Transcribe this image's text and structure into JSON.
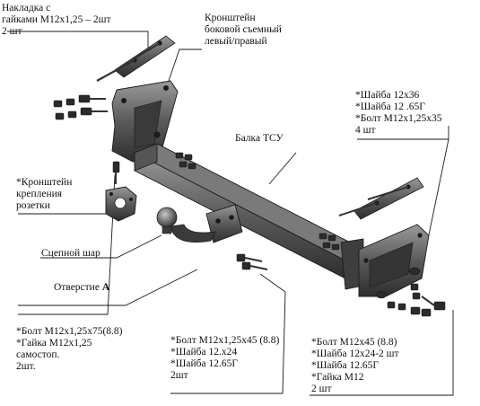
{
  "colors": {
    "metal": "#4a4a4a",
    "metal_light": "#8a8a8a",
    "metal_dark": "#262626",
    "line": "#1a1a1a"
  },
  "labels": {
    "overlay_plates": {
      "line1": "Накладка с",
      "line2": "гайками М12х1,25 – 2шт",
      "line3": "2 шт"
    },
    "side_bracket": {
      "line1": "Кронштейн",
      "line2": "боковой съемный",
      "line3": "левый/правый"
    },
    "washers_top_right": {
      "line1": "*Шайба 12х36",
      "line2": "*Шайба 12 .65Г",
      "line3": "*Болт М12х1,25х35",
      "line4": "4 шт"
    },
    "beam": {
      "text": "Балка ТСУ"
    },
    "socket_bracket": {
      "line1": "*Кронштейн",
      "line2": "крепления",
      "line3": "розетки"
    },
    "tow_ball": {
      "text": "Сцепной шар"
    },
    "hole_a": {
      "prefix": "Отверстие ",
      "letter": "А"
    },
    "bolt_left": {
      "line1": "*Болт М12х1,25х75(8.8)",
      "line2": "*Гайка М12х1,25",
      "line3": "самостоп.",
      "line4": "2шт."
    },
    "bolt_middle": {
      "line1": "*Болт М12х1,25х45 (8.8)",
      "line2": "*Шайба 12.х24",
      "line3": "*Шайба 12.65Г",
      "line4": "2шт"
    },
    "bolt_right": {
      "line1": "*Болт М12х45 (8.8)",
      "line2": "*Шайба 12х24-2 шт",
      "line3": "*Шайба 12.65Г",
      "line4": "*Гайка М12",
      "line5": "2 шт"
    }
  }
}
